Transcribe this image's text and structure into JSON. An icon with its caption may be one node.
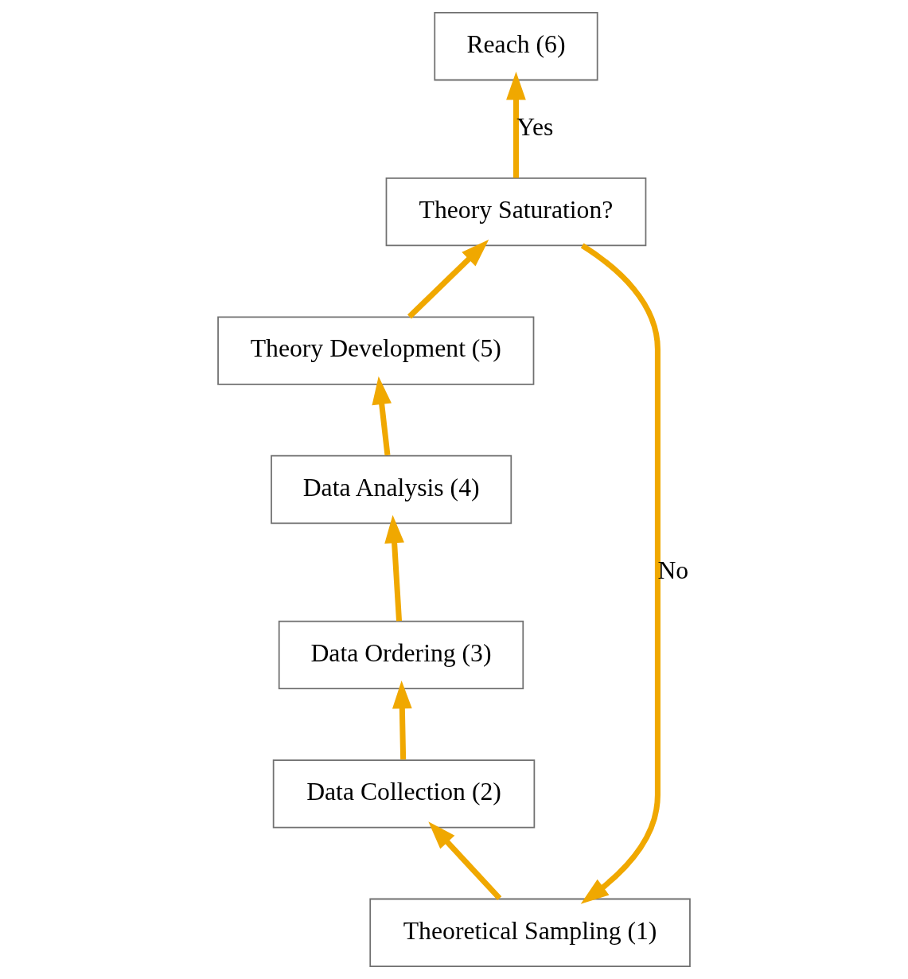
{
  "diagram": {
    "nodes": [
      {
        "text": [
          "Theoretical Sampling (1)"
        ]
      },
      {
        "text": [
          "Data Collection (2)"
        ]
      },
      {
        "text": [
          "Data Ordering (3)"
        ]
      },
      {
        "text": [
          "Data Analysis (4)"
        ]
      },
      {
        "text": [
          "Theory Development (5)"
        ]
      },
      {
        "text": [
          "Theory Saturation?"
        ]
      },
      {
        "text": [
          "Reach (6)"
        ]
      }
    ],
    "edges": [
      {
        "from": 0,
        "to": 1,
        "arrow": "to"
      },
      {
        "from": 1,
        "to": 2,
        "arrow": "to"
      },
      {
        "from": 2,
        "to": 3,
        "arrow": "to"
      },
      {
        "from": 3,
        "to": 4,
        "arrow": "to"
      },
      {
        "from": 4,
        "to": 5,
        "arrow": "to"
      },
      {
        "from": 5,
        "to": 6,
        "label": "Yes",
        "arrow": "to"
      },
      {
        "from": 5,
        "to": 0,
        "label": "No",
        "arrow": "to"
      }
    ]
  }
}
